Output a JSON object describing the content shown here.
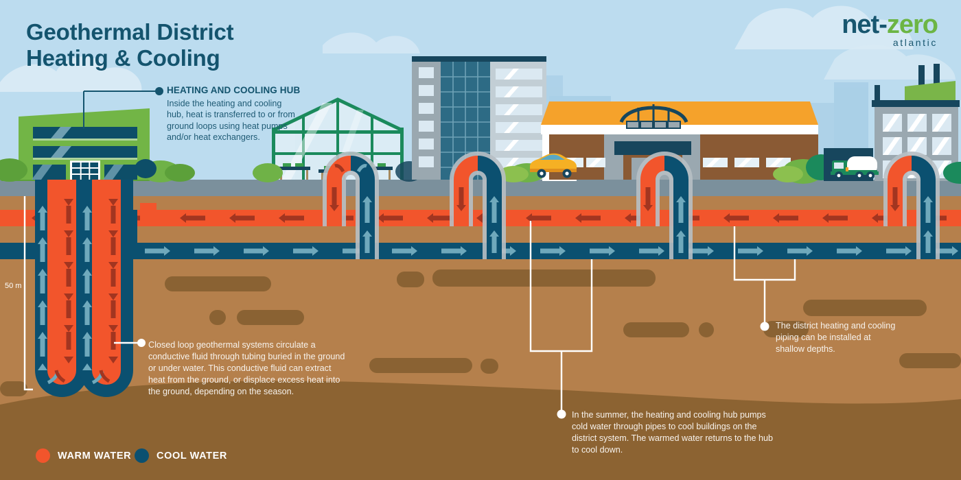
{
  "title": {
    "line1": "Geothermal District",
    "line2": "Heating & Cooling"
  },
  "logo": {
    "part1": "net-",
    "part2": "zero",
    "subtitle": "atlantic"
  },
  "callouts": {
    "hub": {
      "heading": "HEATING AND COOLING HUB",
      "body": "Inside the heating and cooling hub, heat is transferred to or from ground loops using heat pumps and/or heat exchangers."
    },
    "closed_loop": {
      "body": "Closed loop geothermal systems circulate a conductive fluid through tubing buried in the ground or under water. This conductive fluid can extract heat from the ground, or displace excess heat into the ground, depending on the season."
    },
    "summer": {
      "body": "In the summer, the heating and cooling hub pumps cold water through pipes to cool buildings on the district system. The warmed water returns to the hub to cool down."
    },
    "shallow": {
      "body": "The district heating and cooling piping can be installed at shallow depths."
    }
  },
  "depth_marker": {
    "label": "50 m"
  },
  "legend": {
    "items": [
      {
        "label": "WARM WATER",
        "color": "#F2552C"
      },
      {
        "label": "COOL WATER",
        "color": "#0B5070"
      }
    ]
  },
  "colors": {
    "sky": "#bcdcef",
    "sky_far": "#a9cfe6",
    "cloud": "#d8eaf5",
    "ground_strip": "#7b909c",
    "soil": "#b5804c",
    "soil_dark": "#8c6332",
    "rock": "#8a6233",
    "warm_pipe": "#F2552C",
    "warm_arrow": "#A23520",
    "cool_pipe": "#0B5070",
    "cool_arrow": "#6fa9bc",
    "title": "#14546e",
    "hub_green": "#72b546",
    "greenhouse_green": "#1b8a5c",
    "roof_orange": "#f5a22b",
    "brick_brown": "#8a5a34",
    "building_gray": "#a9b7bf",
    "glass_teal": "#2d6b85",
    "white": "#ffffff"
  },
  "scene": {
    "buildings": [
      {
        "name": "heating-cooling-hub-building",
        "type": "hub"
      },
      {
        "name": "greenhouse",
        "type": "greenhouse"
      },
      {
        "name": "apartment-tower",
        "type": "tower"
      },
      {
        "name": "civic-center",
        "type": "civic"
      },
      {
        "name": "industrial-plant",
        "type": "industrial"
      }
    ],
    "vehicles": [
      {
        "name": "yellow-car"
      },
      {
        "name": "delivery-truck"
      }
    ],
    "boreholes": 2,
    "risers": 4
  }
}
